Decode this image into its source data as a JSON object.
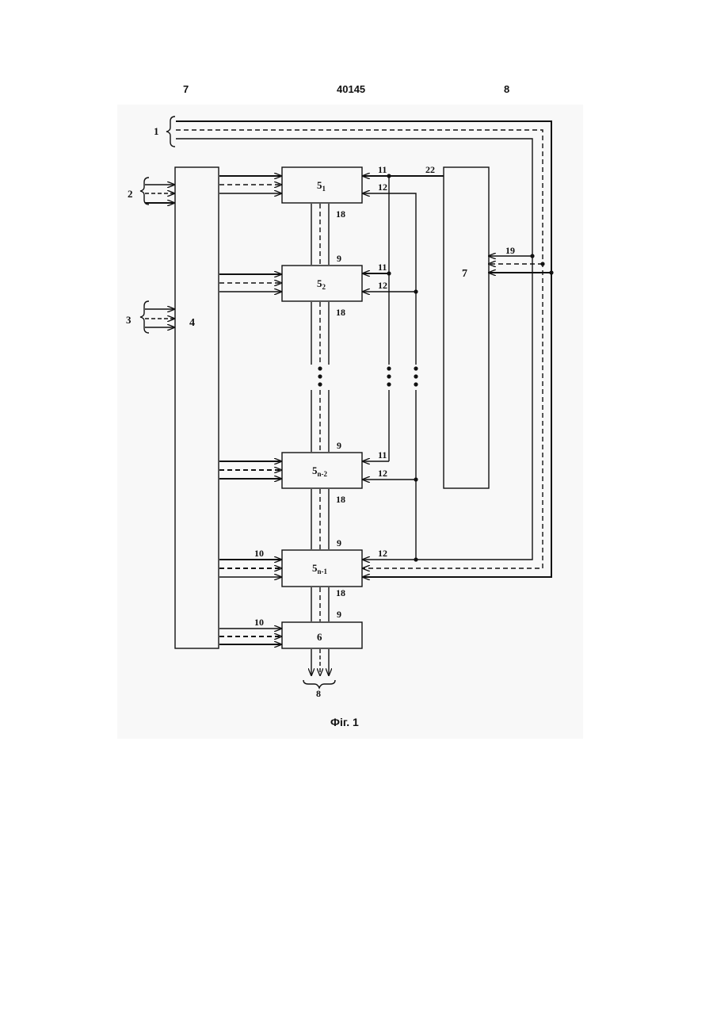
{
  "header": {
    "left_page": "7",
    "patent_number": "40145",
    "right_page": "8"
  },
  "blocks": {
    "b4": "4",
    "b5_1": {
      "main": "5",
      "sub": "1"
    },
    "b5_2": {
      "main": "5",
      "sub": "2"
    },
    "b5_n2": {
      "main": "5",
      "sub": "n-2"
    },
    "b5_n1": {
      "main": "5",
      "sub": "n-1"
    },
    "b6": "6",
    "b7": "7"
  },
  "labels": {
    "l1": "1",
    "l2": "2",
    "l3": "3",
    "l8": "8",
    "l9": "9",
    "l10": "10",
    "l11": "11",
    "l12": "12",
    "l18": "18",
    "l19": "19",
    "l22": "22"
  },
  "caption": "Фіг. 1",
  "colors": {
    "line": "#111111",
    "background": "#ffffff",
    "scan_tint": "#f7f7f7"
  }
}
